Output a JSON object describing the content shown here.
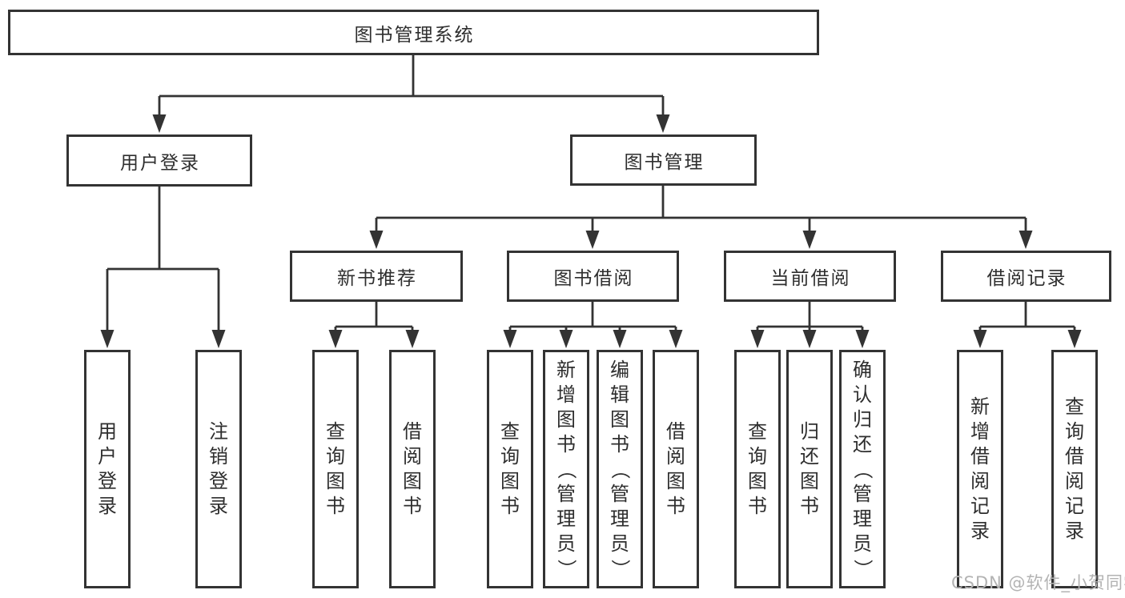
{
  "tree": {
    "label": "图书管理系统",
    "children": [
      {
        "label": "用户登录",
        "children": [
          {
            "label": "用户登录"
          },
          {
            "label": "注销登录"
          }
        ]
      },
      {
        "label": "图书管理",
        "children": [
          {
            "label": "新书推荐",
            "children": [
              {
                "label": "查询图书"
              },
              {
                "label": "借阅图书"
              }
            ]
          },
          {
            "label": "图书借阅",
            "children": [
              {
                "label": "查询图书"
              },
              {
                "label": "新增图书（管理员）"
              },
              {
                "label": "编辑图书（管理员）"
              },
              {
                "label": "借阅图书"
              }
            ]
          },
          {
            "label": "当前借阅",
            "children": [
              {
                "label": "查询图书"
              },
              {
                "label": "归还图书"
              },
              {
                "label": "确认归还（管理员）"
              }
            ]
          },
          {
            "label": "借阅记录",
            "children": [
              {
                "label": "新增借阅记录"
              },
              {
                "label": "查询借阅记录"
              }
            ]
          }
        ]
      }
    ]
  },
  "colors": {
    "line": "#333333",
    "text": "#2e2e2e",
    "background": "#ffffff",
    "watermark": "#b3b3b3"
  },
  "watermark": "CSDN @软件_小贺同学"
}
